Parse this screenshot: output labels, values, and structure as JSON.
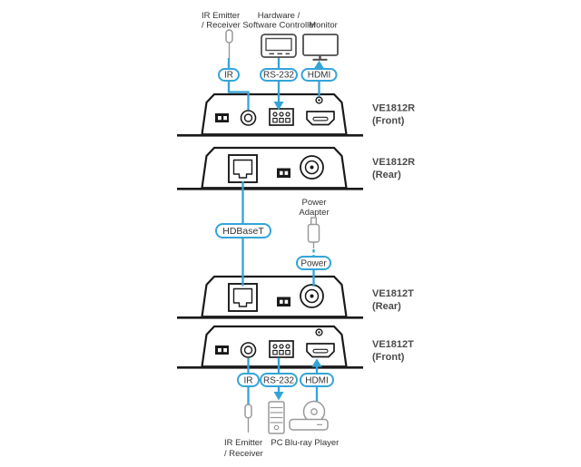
{
  "colors": {
    "accent_blue": "#34A4D8",
    "panel_outline": "#1A1A1A",
    "peripheral_gray": "#999999",
    "text": "#333333",
    "device_label": "#4A4A4A"
  },
  "peripherals": {
    "top_ir": {
      "line1": "IR Emitter",
      "line2": "/ Receiver"
    },
    "controller": {
      "line1": "Hardware /",
      "line2": "Software Controller"
    },
    "monitor": {
      "label": "Monitor"
    },
    "power_adapter": {
      "line1": "Power",
      "line2": "Adapter"
    },
    "bottom_ir": {
      "line1": "IR Emitter",
      "line2": "/ Receiver"
    },
    "pc": {
      "label": "PC"
    },
    "bluray": {
      "label": "Blu-ray Player"
    }
  },
  "connectors": {
    "top": [
      {
        "label": "IR"
      },
      {
        "label": "RS-232"
      },
      {
        "label": "HDMI"
      }
    ],
    "hdbaset": {
      "label": "HDBaseT"
    },
    "power": {
      "label": "Power"
    },
    "bottom": [
      {
        "label": "IR"
      },
      {
        "label": "RS-232"
      },
      {
        "label": "HDMI"
      }
    ]
  },
  "devices": [
    {
      "model": "VE1812R",
      "view": "(Front)"
    },
    {
      "model": "VE1812R",
      "view": "(Rear)"
    },
    {
      "model": "VE1812T",
      "view": "(Rear)"
    },
    {
      "model": "VE1812T",
      "view": "(Front)"
    }
  ],
  "icons": [
    "ir-emitter-icon",
    "controller-icon",
    "monitor-icon",
    "power-adapter-icon",
    "pc-tower-icon",
    "bluray-player-icon",
    "rj45-port",
    "ir-jack-port",
    "terminal-block-port",
    "hdmi-port",
    "power-jack-port",
    "led-indicator"
  ]
}
